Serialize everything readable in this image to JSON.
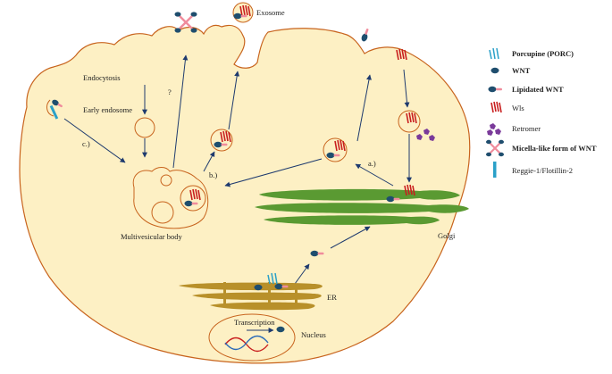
{
  "labels": {
    "exosome": "Exosome",
    "endocytosis": "Endocytosis",
    "question": "?",
    "early_endosome": "Early endosome",
    "path_c": "c.)",
    "path_b": "b.)",
    "path_a": "a.)",
    "multivesicular_body": "Multivesicular body",
    "golgi": "Golgi",
    "er": "ER",
    "transcription": "Transcription",
    "nucleus": "Nucleus"
  },
  "legend": [
    {
      "icon": "porcupine-icon",
      "label": "Porcupine (PORC)",
      "bold": true
    },
    {
      "icon": "wnt-icon",
      "label": "WNT",
      "bold": true
    },
    {
      "icon": "lipidated-wnt-icon",
      "label": "Lipidated WNT",
      "bold": true
    },
    {
      "icon": "wls-icon",
      "label": "Wls",
      "bold": false
    },
    {
      "icon": "retromer-icon",
      "label": "Retromer",
      "bold": false
    },
    {
      "icon": "micelle-icon",
      "label": "Micella-like form of WNT",
      "bold": true
    },
    {
      "icon": "reggie-icon",
      "label": "Reggie-1/Flotillin-2",
      "bold": false
    }
  ],
  "colors": {
    "cell_fill": "#fdf0c4",
    "membrane": "#c8641e",
    "wnt": "#1f4e6e",
    "lipid": "#f08c9c",
    "wls": "#c81e1e",
    "retromer": "#7a3a9a",
    "golgi": "#5a9a32",
    "er": "#b8902a",
    "reggie": "#2aa0c8",
    "arrow": "#1e3a6e"
  }
}
